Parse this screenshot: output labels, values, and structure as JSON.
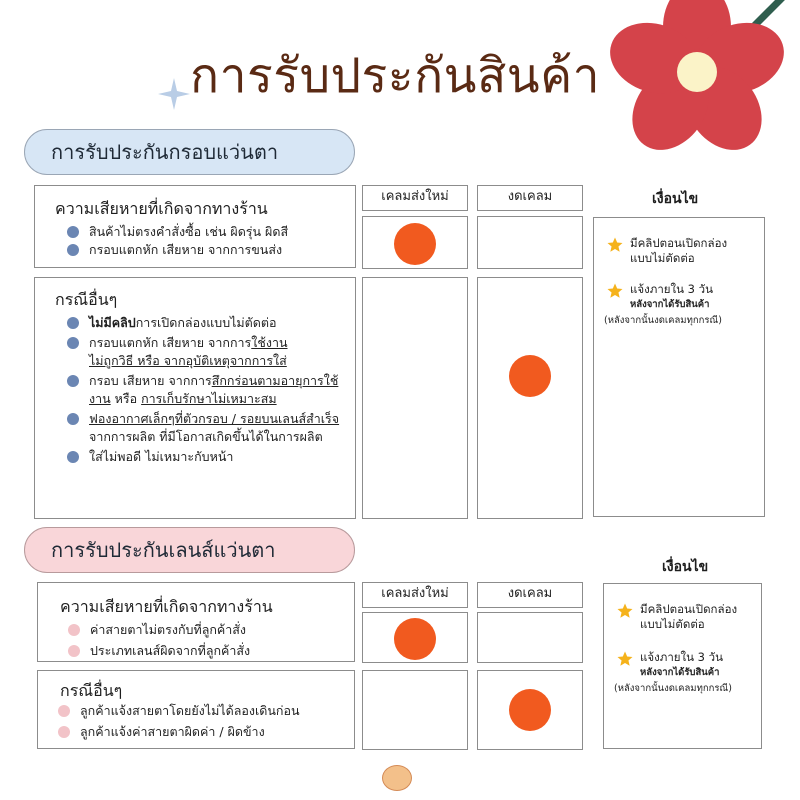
{
  "title": "การรับประกันสินค้า",
  "sections": [
    {
      "heading": "การรับประกันกรอบแว่นตา",
      "col_new": "เคลมส่งใหม่",
      "col_void": "งดเคลม",
      "cond_heading": "เงื่อนไข",
      "store": {
        "title": "ความเสียหายที่เกิดจากทางร้าน",
        "items": [
          "สินค้าไม่ตรงคำสั่งซื้อ เช่น ผิดรุ่น ผิดสี",
          "กรอบแตกหัก เสียหาย จากการขนส่ง"
        ]
      },
      "other": {
        "title": "กรณีอื่นๆ",
        "items": [
          {
            "a": "ไม่มีคลิป",
            "b": "การเปิดกล่องแบบไม่ตัดต่อ"
          },
          {
            "a": "กรอบแตกหัก เสียหาย จากการ",
            "b": "ใช้งาน",
            "c": "ไม่ถูกวิธี หรือ จากอุบัติเหตุจากการใส่"
          },
          {
            "a": "กรอบ เสียหาย จากการ",
            "b": "สึกกร่อนตามอายุการใช้งาน",
            "c": " หรือ ",
            "d": "การเก็บรักษาไม่เหมาะสม"
          },
          {
            "a": "ฟองอากาศเล็กๆที่ตัวกรอบ / รอยบนเลนส์สำเร็จ",
            "b": " จากการผลิต ที่มีโอกาสเกิดขึ้นได้ในการผลิต"
          },
          {
            "a": "ใส่ไม่พอดี ไม่เหมาะกับหน้า"
          }
        ]
      },
      "conditions": {
        "c1": "มีคลิปตอนเปิดกล่อง",
        "c1b": "แบบไม่ตัดต่อ",
        "c2": "แจ้งภายใน 3 วัน",
        "c2b": "หลังจากได้รับสินค้า",
        "note": "(หลังจากนั้นงดเคลมทุกกรณี)"
      }
    },
    {
      "heading": "การรับประกันเลนส์แว่นตา",
      "col_new": "เคลมส่งใหม่",
      "col_void": "งดเคลม",
      "cond_heading": "เงื่อนไข",
      "store": {
        "title": "ความเสียหายที่เกิดจากทางร้าน",
        "items": [
          "ค่าสายตาไม่ตรงกับที่ลูกค้าสั่ง",
          "ประเภทเลนส์ผิดจากที่ลูกค้าสั่ง"
        ]
      },
      "other": {
        "title": "กรณีอื่นๆ",
        "items": [
          "ลูกค้าแจ้งสายตาโดยยังไม่ได้ลองเดินก่อน",
          "ลูกค้าแจ้งค่าสายตาผิดค่า / ผิดข้าง"
        ]
      },
      "conditions": {
        "c1": "มีคลิปตอนเปิดกล่อง",
        "c1b": "แบบไม่ตัดต่อ",
        "c2": "แจ้งภายใน 3 วัน",
        "c2b": "หลังจากได้รับสินค้า",
        "note": "(หลังจากนั้นงดเคลมทุกกรณี)"
      }
    }
  ],
  "colors": {
    "title": "#5a2a14",
    "frame_pill": "#d7e6f5",
    "lens_pill": "#f9d6d9",
    "marker": "#f15a1f",
    "bullet_blue": "#6b86b3",
    "bullet_pink": "#f2c3c8",
    "flower": "#d4434a"
  }
}
